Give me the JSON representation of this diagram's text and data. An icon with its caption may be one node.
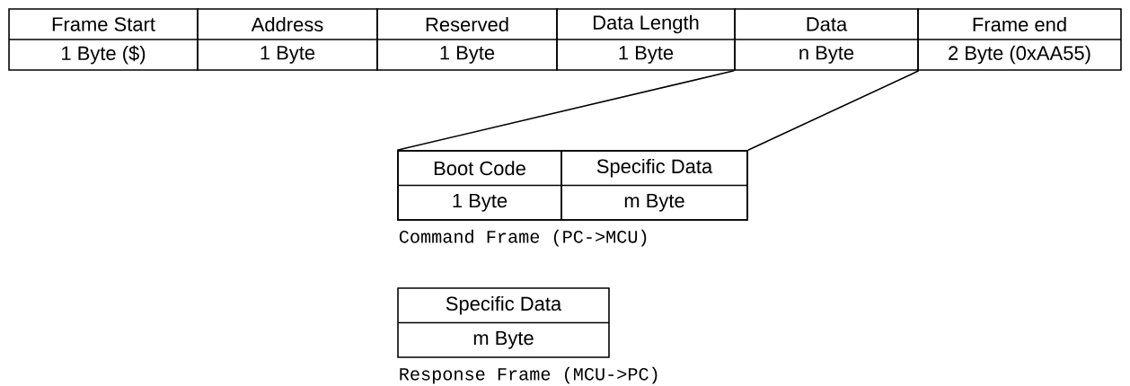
{
  "diagram": {
    "nodes": [
      {
        "text": [
          "Frame Start",
          "1 Byte ($)"
        ]
      },
      {
        "text": [
          "Address",
          "1 Byte"
        ]
      },
      {
        "text": [
          "Reserved",
          "1 Byte"
        ]
      },
      {
        "text": [
          "Data Length",
          "1 Byte"
        ]
      },
      {
        "text": [
          "Data",
          "n Byte"
        ]
      },
      {
        "text": [
          "Frame end",
          "2 Byte (0xAA55)"
        ]
      },
      {
        "text": [],
        "shape": "box",
        "beside": [
          "Command Frame (PC->MCU)"
        ]
      },
      {
        "text": [
          "Boot Code",
          "1 Byte"
        ],
        "in": 6
      },
      {
        "text": [
          "Specific Data",
          "m Byte"
        ],
        "in": 6
      },
      {
        "text": [
          "Specific Data",
          "m Byte"
        ],
        "beside": [
          "Response Frame (MCU->PC)"
        ]
      }
    ],
    "edges": [
      {
        "from": 4,
        "to": 6,
        "arrow": "none"
      },
      {
        "from": 4,
        "to": 6,
        "arrow": "none"
      }
    ]
  }
}
